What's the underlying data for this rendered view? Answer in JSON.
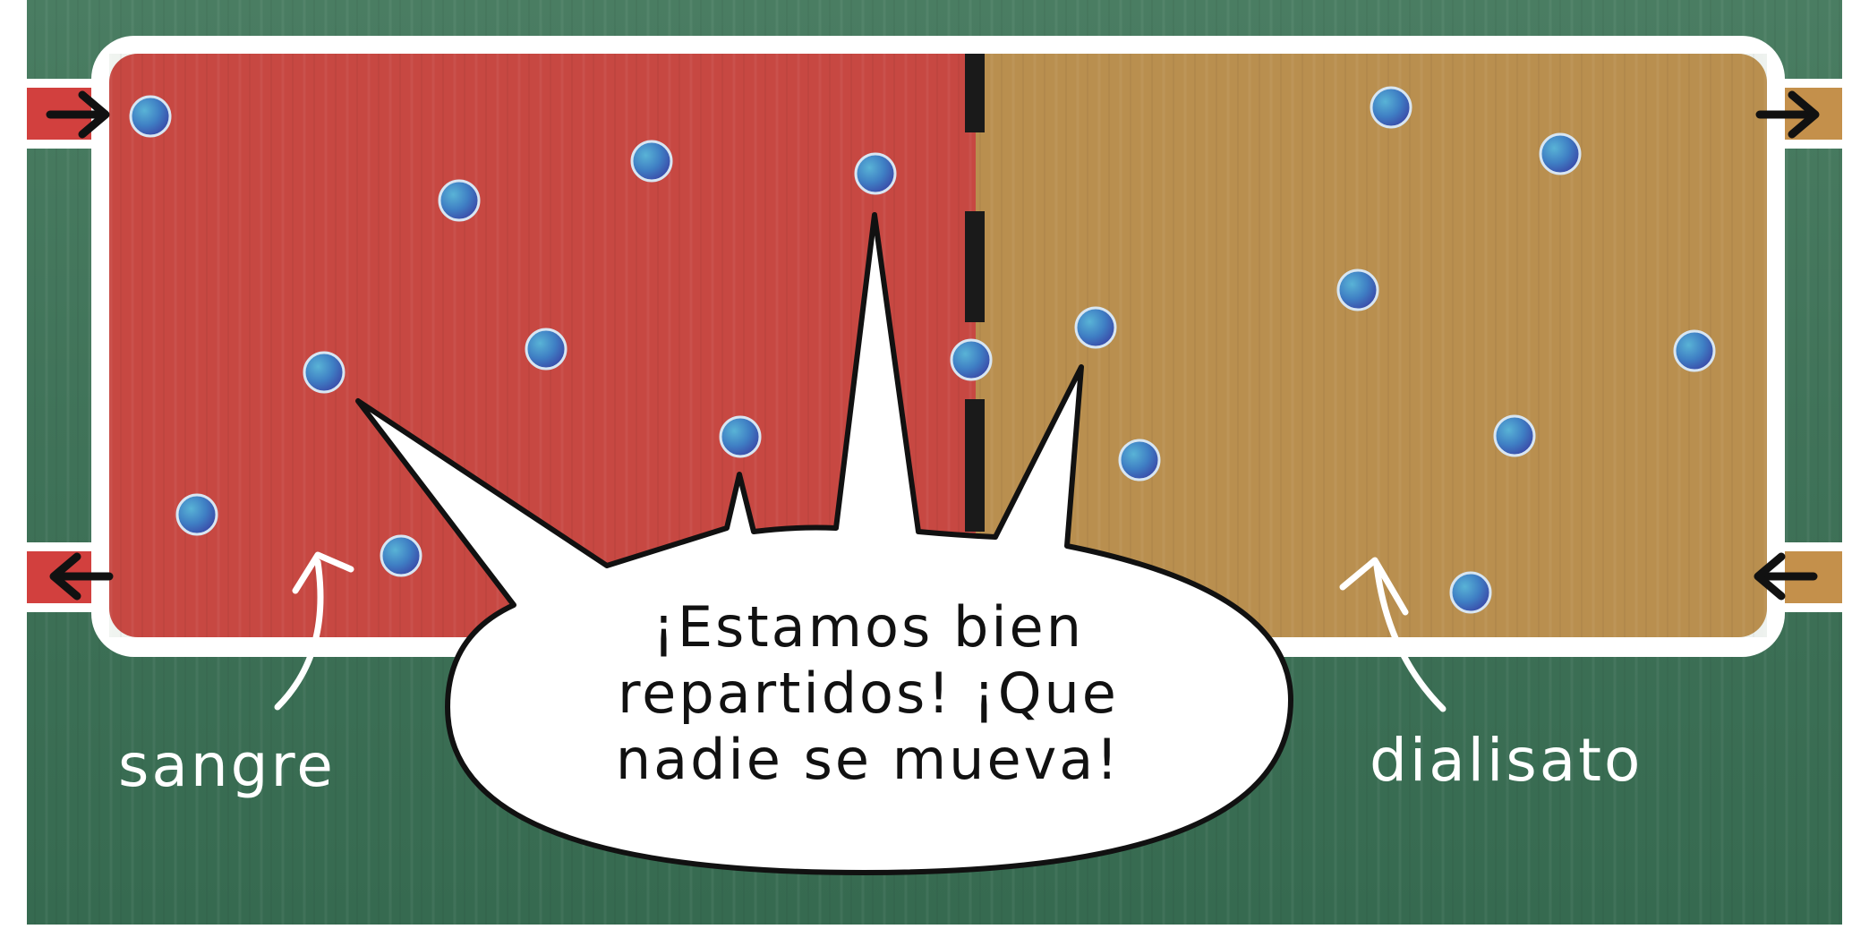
{
  "labels": {
    "blood": "sangre",
    "dialysate": "dialisato"
  },
  "speech_bubble": {
    "lines": [
      "¡Estamos bien",
      "repartidos! ¡Que",
      "nadie se mueva!"
    ]
  },
  "colors": {
    "chalkboard": "#3f7258",
    "blood": "#d2403e",
    "dialysate": "#c4904b",
    "chamber_border": "#ffffff",
    "particle": "#3f7fc4",
    "membrane": "#1a1a1a"
  },
  "particles": {
    "blood_side_count": 11,
    "membrane_count": 1,
    "dialysate_side_count": 11
  },
  "icons": {
    "inlet_blood": "arrow-right-icon",
    "outlet_blood": "arrow-left-icon",
    "outlet_dialysate": "arrow-right-icon",
    "inlet_dialysate": "arrow-left-icon"
  }
}
